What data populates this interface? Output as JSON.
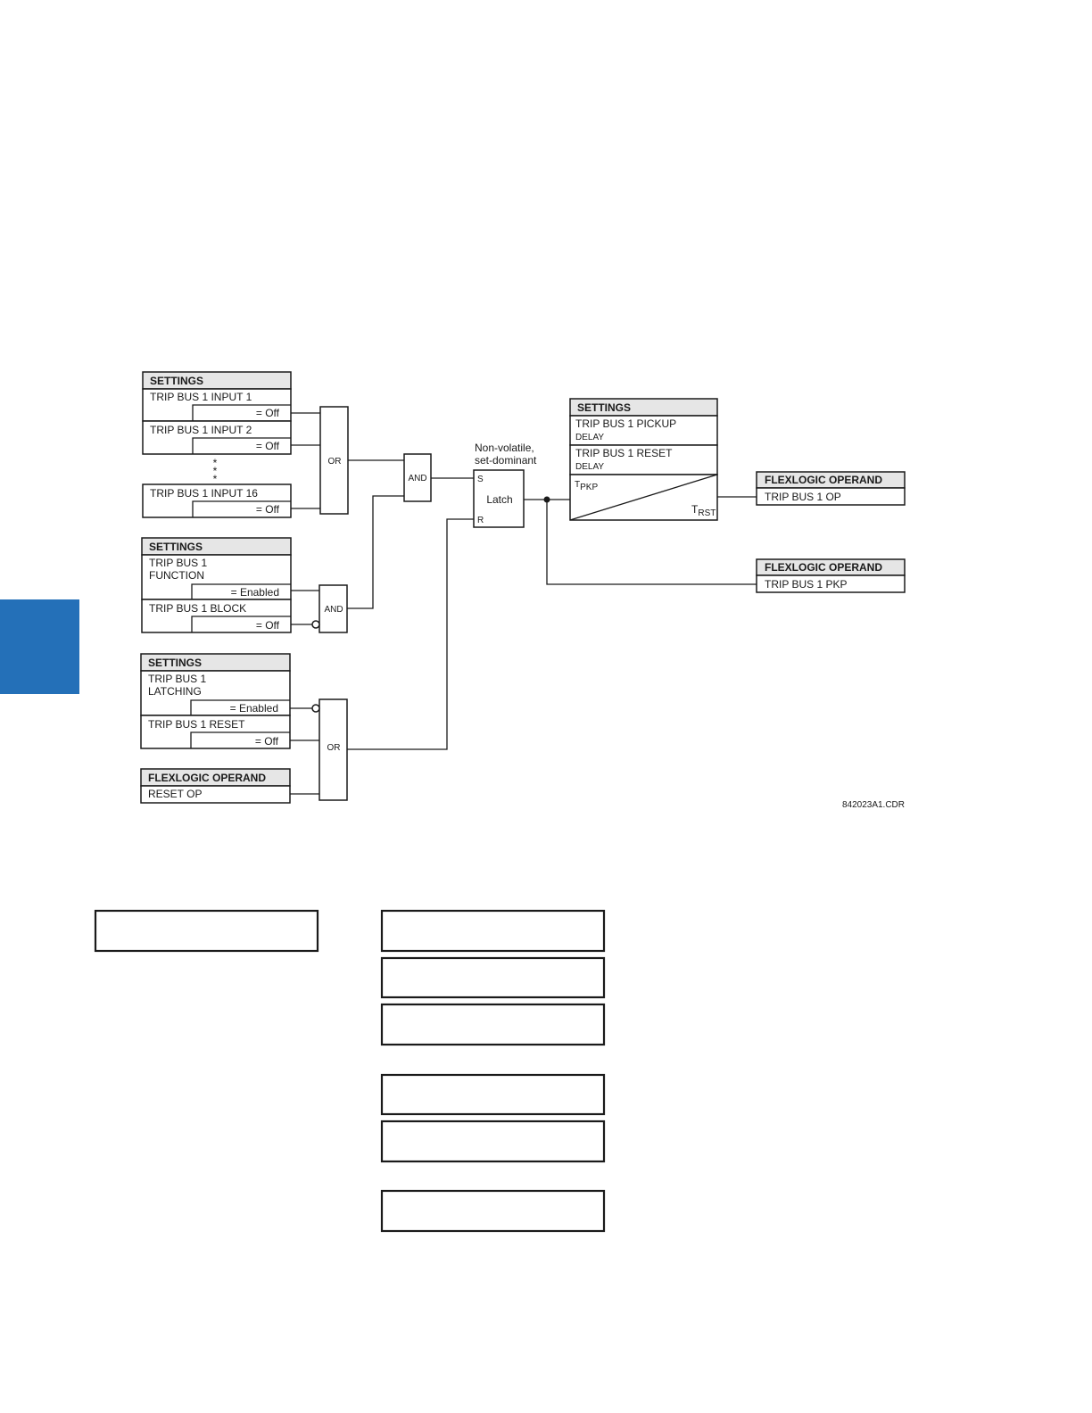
{
  "side_tab": {
    "color": "#2470b8"
  },
  "settings_inputs": {
    "header": "SETTINGS",
    "input1": "TRIP BUS 1 INPUT 1",
    "input1_value": "= Off",
    "input2": "TRIP BUS 1 INPUT 2",
    "input2_value": "= Off",
    "ellipsis": "*",
    "input16": "TRIP BUS 1 INPUT 16",
    "input16_value": "= Off"
  },
  "settings_function": {
    "header": "SETTINGS",
    "function_line1": "TRIP BUS 1",
    "function_line2": "FUNCTION",
    "function_value": "= Enabled",
    "block": "TRIP BUS 1 BLOCK",
    "block_value": "= Off"
  },
  "settings_latching": {
    "header": "SETTINGS",
    "latching_line1": "TRIP BUS 1",
    "latching_line2": "LATCHING",
    "latching_value": "= Enabled",
    "reset": "TRIP BUS 1 RESET",
    "reset_value": "= Off"
  },
  "operand_reset": {
    "header": "FLEXLOGIC OPERAND",
    "value": "RESET OP"
  },
  "gates": {
    "or": "OR",
    "and": "AND"
  },
  "latch": {
    "note_line1": "Non-volatile,",
    "note_line2": "set-dominant",
    "label": "Latch",
    "set": "S",
    "reset": "R"
  },
  "settings_timer": {
    "header": "SETTINGS",
    "pickup_line1": "TRIP BUS 1 PICKUP",
    "pickup_line2": "DELAY",
    "reset_line1": "TRIP BUS 1 RESET",
    "reset_line2": "DELAY",
    "tpkp_main": "T",
    "tpkp_sub": "PKP",
    "trst_main": "T",
    "trst_sub": "RST"
  },
  "operand_op": {
    "header": "FLEXLOGIC OPERAND",
    "value": "TRIP BUS 1 OP"
  },
  "operand_pkp": {
    "header": "FLEXLOGIC OPERAND",
    "value": "TRIP BUS 1 PKP"
  },
  "figure_code": "842023A1.CDR"
}
